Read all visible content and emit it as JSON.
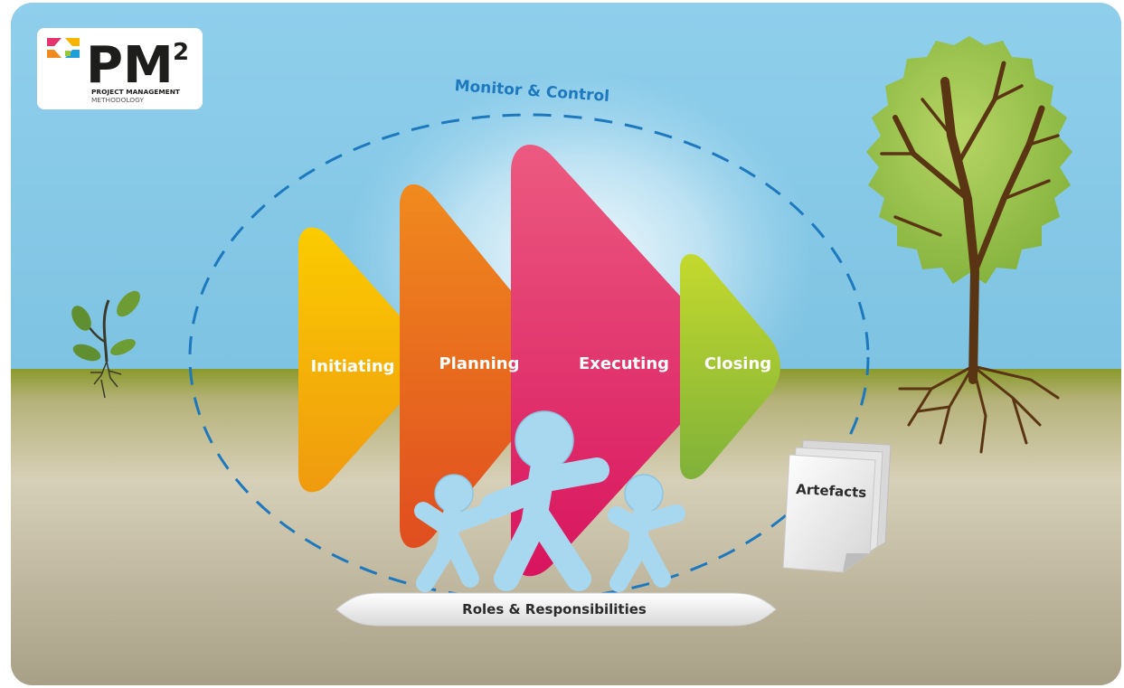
{
  "logo": {
    "name": "PM",
    "superscript": "2",
    "line1": "PROJECT MANAGEMENT",
    "line2": "METHODOLOGY"
  },
  "cycle": {
    "label": "Monitor & Control"
  },
  "phases": [
    {
      "label": "Initiating",
      "color": "#f7b500"
    },
    {
      "label": "Planning",
      "color": "#ee7d1c"
    },
    {
      "label": "Executing",
      "color": "#e5336d"
    },
    {
      "label": "Closing",
      "color": "#9cc63c"
    }
  ],
  "roles": {
    "label": "Roles & Responsibilities"
  },
  "artefacts": {
    "label": "Artefacts"
  },
  "colors": {
    "sky": "#8ccde9",
    "ground_top": "#8a9a2c",
    "ground": "#c8c1a4",
    "dash": "#1e78be",
    "figures": "#a8d8f0"
  }
}
